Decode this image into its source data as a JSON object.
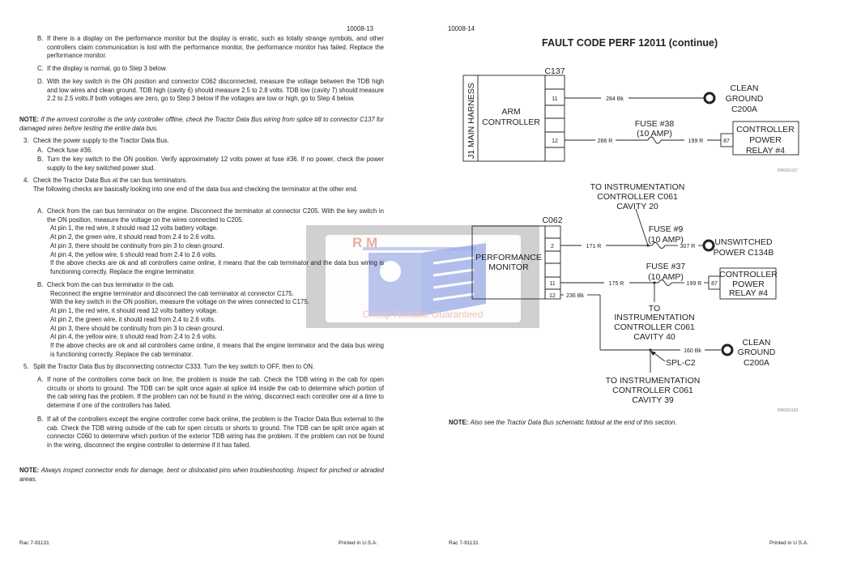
{
  "left": {
    "page_number": "10008-13",
    "b1": {
      "label": "B.",
      "text": "If there is a display on the performance monitor but the display is erratic, such as totally strange symbols, and other controllers claim communication is lost with the performance monitor, the performance monitor has failed. Replace the performance monitor."
    },
    "c1": {
      "label": "C.",
      "text": "If the display is normal, go to Step 3 below."
    },
    "d1": {
      "label": "D.",
      "text": "With the key switch in the ON position and connector C062 disconnected, measure the voltage between the TDB high and low wires and clean ground. TDB high (cavity 6) should measure 2.5 to 2.8 volts. TDB low (cavity 7) should measure 2.2 to 2.5 volts.If both voltages are zero, go to Step 3 below If the voltages are low or high, go to Step 4 below."
    },
    "note1": {
      "label": "NOTE:",
      "text": "If the armrest controller is the only controller offline, check the Tractor Data Bus wiring from splice #8 to connector C137 for damaged wires before testing the entire data bus."
    },
    "s3": {
      "label": "3.",
      "text": "Check the power supply to the Tractor Data Bus."
    },
    "s3a": {
      "label": "A.",
      "text": "Check fuse #36."
    },
    "s3b": {
      "label": "B.",
      "text": "Turn the key switch to the ON position. Verify approximately 12 volts power at fuse #36. If no power, check the power supply to the key switched power stud."
    },
    "s4": {
      "label": "4.",
      "text": "Check the Tractor Data Bus at the can bus terminators.",
      "intro": "The following checks are basically looking into one end of the data bus and checking the terminator at the other end."
    },
    "s4a": {
      "label": "A.",
      "text": "Check from the can bus terminator on the engine. Disconnect the terminator at connector C205. With the key switch in the ON position, measure the voltage on the wires connected to C205.",
      "lines": [
        "At pin 1, the red wire, it should read 12 volts battery voltage.",
        "At pin 2, the green wire, it should read from 2.4 to 2.6 volts.",
        "At pin 3, there should be continuity from pin 3 to clean ground.",
        "At pin 4, the yellow wire, ti should read from 2.4 to 2.6 volts."
      ],
      "outcome": "If the above checks are ok and all controllers came online, it means that the cab terminator and the data bus wiring is functioning correctly. Replace the engine terminator."
    },
    "s4b": {
      "label": "B.",
      "text": "Check from the can bus terminator in the cab.",
      "lines": [
        "Reconnect the engine terminator and disconnect the cab terminator at connector C175.",
        "With the key switch in the ON position, measure the voltage on the wires connected to C175.",
        "At pin 1, the red wire, it should read 12 volts battery voltage.",
        "At pin 2, the green wire, it should read from 2.4 to 2.6 volts.",
        "At pin 3, there should be continuity from pin 3 to clean ground.",
        "At pin 4, the yellow wire, ti should read from 2.4 to 2.6 volts."
      ],
      "outcome": "If the above checks are ok and all controllers came online, it means that the engine terminator and the data bus wiring is functioning correctly. Replace the cab terminator."
    },
    "s5": {
      "label": "5.",
      "text": "Split the Tractor Data Bus by disconnecting connector C333. Turn the key switch to OFF, then to ON."
    },
    "s5a": {
      "label": "A.",
      "text": "If none of the controllers come back on line, the problem is inside the cab. Check the TDB wiring in the cab for open circuits or shorts to ground. The TDB can be split once again at splice #4 inside the cab to determine which portion of the cab wiring has the problem. If the problem can not be found in the wiring, disconnect each controller one at a time to determine if one of the controllers has failed."
    },
    "s5b": {
      "label": "B.",
      "text": "If all of the controllers except the engine controller come back online, the problem is the Tractor Data Bus external to the cab. Check the TDB wiring outside of the cab for open circuits or shorts to ground. The TDB can be split once again at connector C060 to determine which portion of the exterior TDB wiring has the problem. If the problem can not be found in the wiring, disconnect the engine controller to determine if it has failed."
    },
    "note2": {
      "label": "NOTE:",
      "text": "Always inspect connector ends for damage, bent or dislocated pins when troubleshooting. Inspect for pinched or abraded areas."
    },
    "footer_left": "Rac 7-91131",
    "footer_right": "Printed in U.S.A."
  },
  "right": {
    "page_number": "10008-14",
    "title": "FAULT CODE PERF 12011 (continue)",
    "diagram1": {
      "harness": "J1 MAIN HARNESS",
      "controller": [
        "ARM",
        "CONTROLLER"
      ],
      "connector": "C137",
      "pins": [
        "11",
        "12"
      ],
      "wire_284": "284 Bk",
      "wire_286": "286 R",
      "wire_199": "199 R",
      "fuse": [
        "FUSE #38",
        "(10 AMP)"
      ],
      "ground": [
        "CLEAN",
        "GROUND",
        "C200A"
      ],
      "relay_pin": "87",
      "relay": [
        "CONTROLLER",
        "POWER",
        "RELAY #4"
      ],
      "ref": "RR00G157"
    },
    "diagram2": {
      "connector": "C062",
      "monitor": [
        "PERFORMANCE",
        "MONITOR"
      ],
      "pins": [
        "2",
        "11",
        "12"
      ],
      "to_cavity20": [
        "TO INSTRUMENTATION",
        "CONTROLLER C061",
        "CAVITY 20"
      ],
      "fuse9": [
        "FUSE #9",
        "(10 AMP)"
      ],
      "wire_171": "171 R",
      "wire_307": "307 R",
      "unswitched": [
        "UNSWITCHED",
        "POWER C134B"
      ],
      "fuse37": [
        "FUSE #37",
        "(10 AMP)"
      ],
      "wire_175": "175 R",
      "wire_199": "199 R",
      "relay_pin": "87",
      "relay": [
        "CONTROLLER",
        "POWER",
        "RELAY #4"
      ],
      "wire_236": "236 Bk",
      "to_cavity40": [
        "TO",
        "INSTRUMENTATION",
        "CONTROLLER C061",
        "CAVITY 40"
      ],
      "wire_160": "160 Bk",
      "ground": [
        "CLEAN",
        "GROUND",
        "C200A"
      ],
      "splice": "SPL-C2",
      "to_cavity39": [
        "TO INSTRUMENTATION",
        "CONTROLLER C061",
        "CAVITY 39"
      ],
      "ref": "RR00G163"
    },
    "note": {
      "label": "NOTE:",
      "text": "Also see the Tractor Data Bus schematic foldout at the end of this section."
    },
    "footer_left": "Rac 7-91131",
    "footer_right": "Printed in U.S.A."
  },
  "watermark": {
    "logo": "R M",
    "slogan": "Cheap Reliable Guaranteed"
  },
  "colors": {
    "text": "#222222",
    "watermark_red": "#e9a08f",
    "watermark_blue": "#7b8fdc",
    "watermark_frame": "#c8c8c8"
  }
}
